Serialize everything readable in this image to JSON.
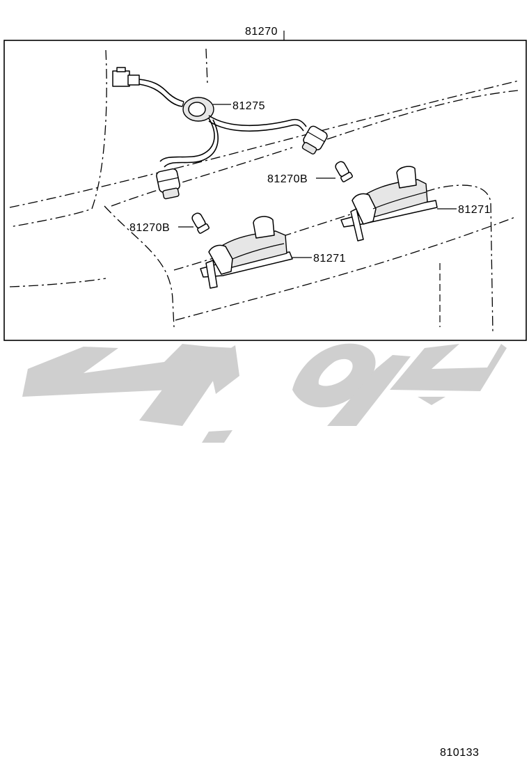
{
  "diagram": {
    "labels": {
      "assembly": "81270",
      "harness": "81275",
      "bulb_upper": "81270B",
      "bulb_lower": "81270B",
      "lamp_right": "81271",
      "lamp_left": "81271"
    },
    "figure_code": "810133",
    "watermark": "logo"
  }
}
